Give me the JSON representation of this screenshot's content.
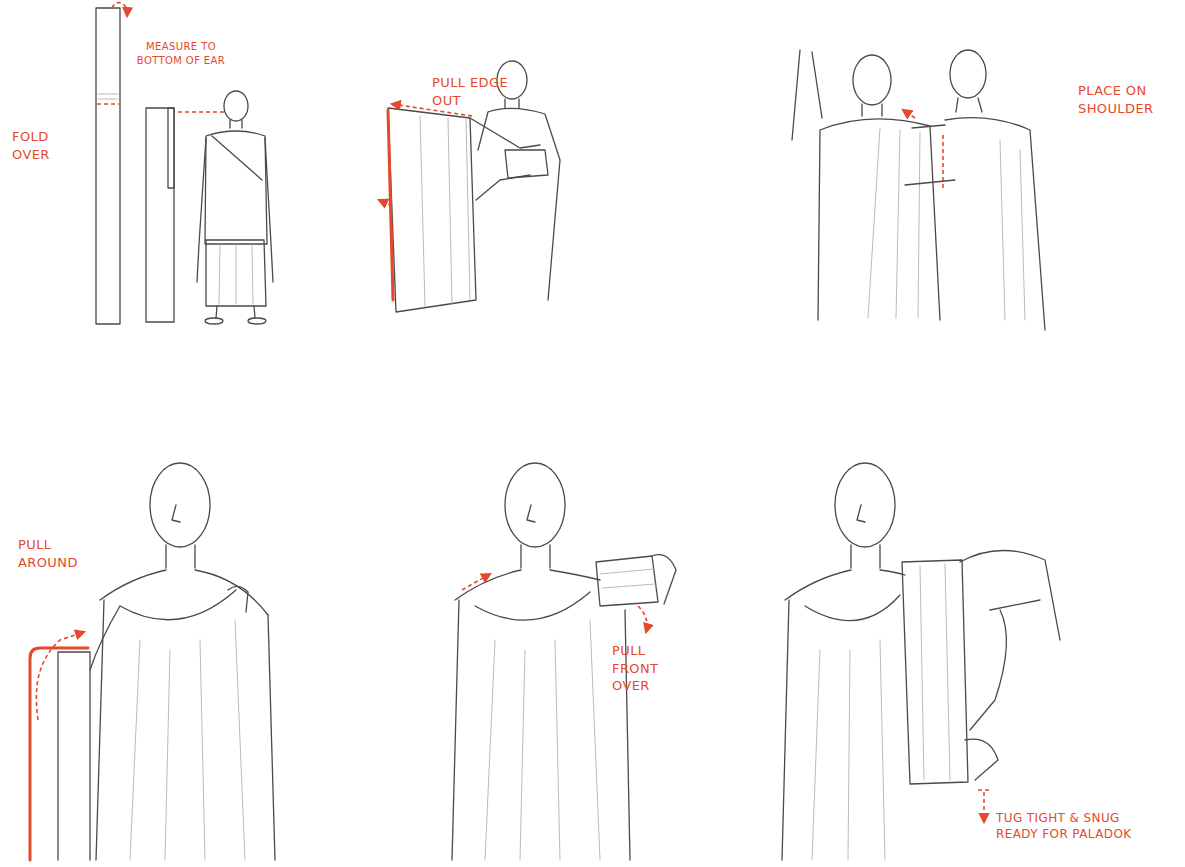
{
  "diagram": {
    "labels": [
      "FOLD OVER",
      "MEASURE TO BOTTOM OF EAR",
      "PULL EDGE OUT",
      "PLACE ON SHOULDER",
      "PULL AROUND",
      "PULL FRONT OVER",
      "TUG TIGHT & SNUG READY FOR PALADOK"
    ]
  }
}
